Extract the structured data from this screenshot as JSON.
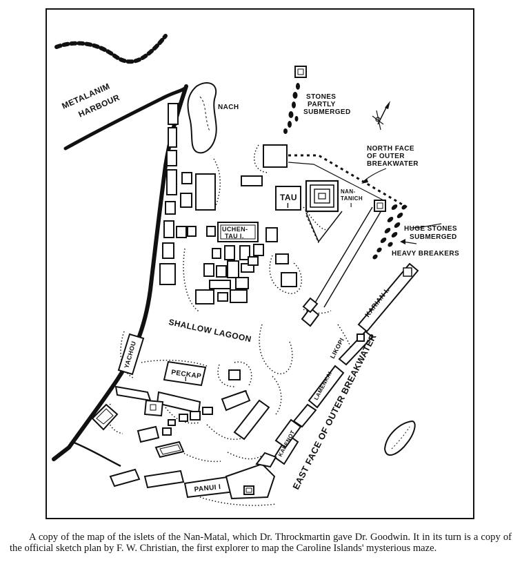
{
  "map": {
    "labels": {
      "metalanim_1": "METALANIM",
      "metalanim_2": "HARBOUR",
      "nach": "NACH",
      "stones_1": "STONES",
      "stones_2": "PARTLY",
      "stones_3": "SUBMERGED",
      "north_1": "NORTH FACE",
      "north_2": "OF OUTER",
      "north_3": "BREAKWATER",
      "tau": "TAU",
      "tau_sub": "I",
      "nan_1": "NAN-",
      "nan_2": "TANICH",
      "nan_3": "I",
      "uchen_1": "UCHEN-",
      "uchen_2": "TAU I.",
      "huge_1": "HUGE STONES",
      "huge_2": "SUBMERGED",
      "heavy": "HEAVY BREAKERS",
      "lagoon": "SHALLOW LAGOON",
      "karian": "KARIAN I.",
      "likopi": "LIKOPI",
      "lamenkai": "LAMENKAI",
      "kapenot": "KAPENOT",
      "yachou": "YACHOU",
      "peckap_1": "PECKAP",
      "peckap_2": "I",
      "panui": "PANUI I",
      "east": "EAST FACE OF OUTER BREAKWATER"
    }
  },
  "caption": {
    "text": "A copy of the map of the islets of the Nan-Matal, which Dr. Throckmartin gave Dr. Goodwin. It in its turn is a copy of the official sketch plan by F. W. Christian, the first explorer to map the Caroline Islands' mysterious maze."
  }
}
